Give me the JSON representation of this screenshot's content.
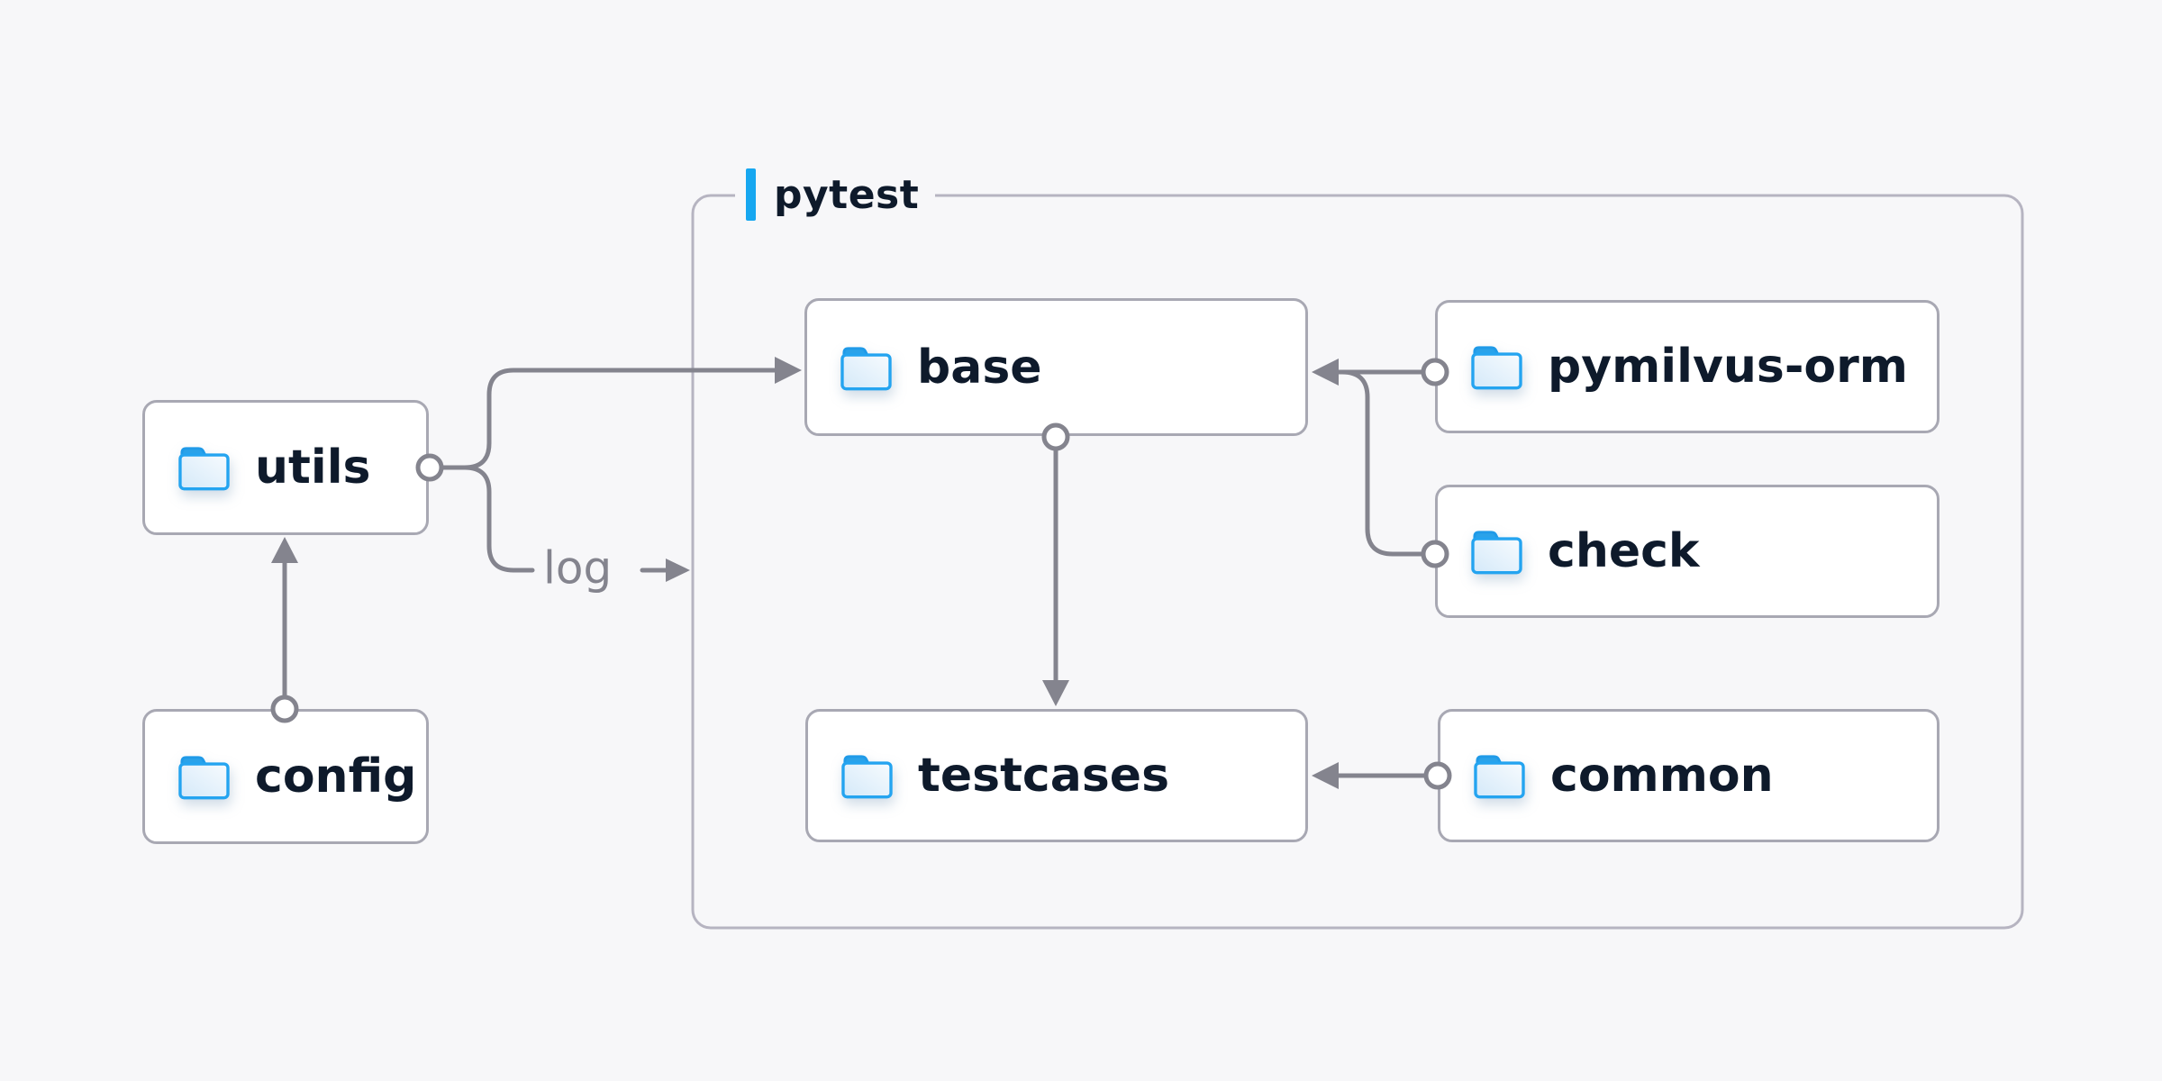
{
  "diagram": {
    "group": {
      "label": "pytest",
      "accent_color": "#17a7f0"
    },
    "nodes": {
      "utils": {
        "label": "utils",
        "icon": "folder-icon"
      },
      "config": {
        "label": "config",
        "icon": "folder-icon"
      },
      "base": {
        "label": "base",
        "icon": "folder-icon"
      },
      "pymilvus_orm": {
        "label": "pymilvus-orm",
        "icon": "folder-icon"
      },
      "check": {
        "label": "check",
        "icon": "folder-icon"
      },
      "testcases": {
        "label": "testcases",
        "icon": "folder-icon"
      },
      "common": {
        "label": "common",
        "icon": "folder-icon"
      }
    },
    "edges": [
      {
        "from": "config",
        "to": "utils",
        "style": "arrow-circle"
      },
      {
        "from": "utils",
        "to": "base",
        "style": "arrow-circle"
      },
      {
        "from": "utils",
        "to": "pytest-group",
        "style": "arrow-circle",
        "label": "log"
      },
      {
        "from": "pymilvus-orm",
        "to": "base",
        "style": "arrow-circle"
      },
      {
        "from": "check",
        "to": "base",
        "style": "arrow-circle"
      },
      {
        "from": "base",
        "to": "testcases",
        "style": "arrow-circle"
      },
      {
        "from": "common",
        "to": "testcases",
        "style": "arrow-circle"
      }
    ],
    "edge_labels": {
      "log": "log"
    },
    "colors": {
      "background": "#f7f7f9",
      "node_fill": "#ffffff",
      "node_border": "#a8a8b3",
      "group_border": "#b6b4c1",
      "connector": "#84848e",
      "node_text": "#0e1a2b",
      "edge_label_text": "#84848e",
      "accent_blue": "#17a7f0",
      "folder_stroke": "#24a4f0",
      "folder_tab": "#2aa2e9",
      "folder_fill_light": "#f5fafe",
      "folder_fill_dark": "#d6eafa"
    }
  }
}
